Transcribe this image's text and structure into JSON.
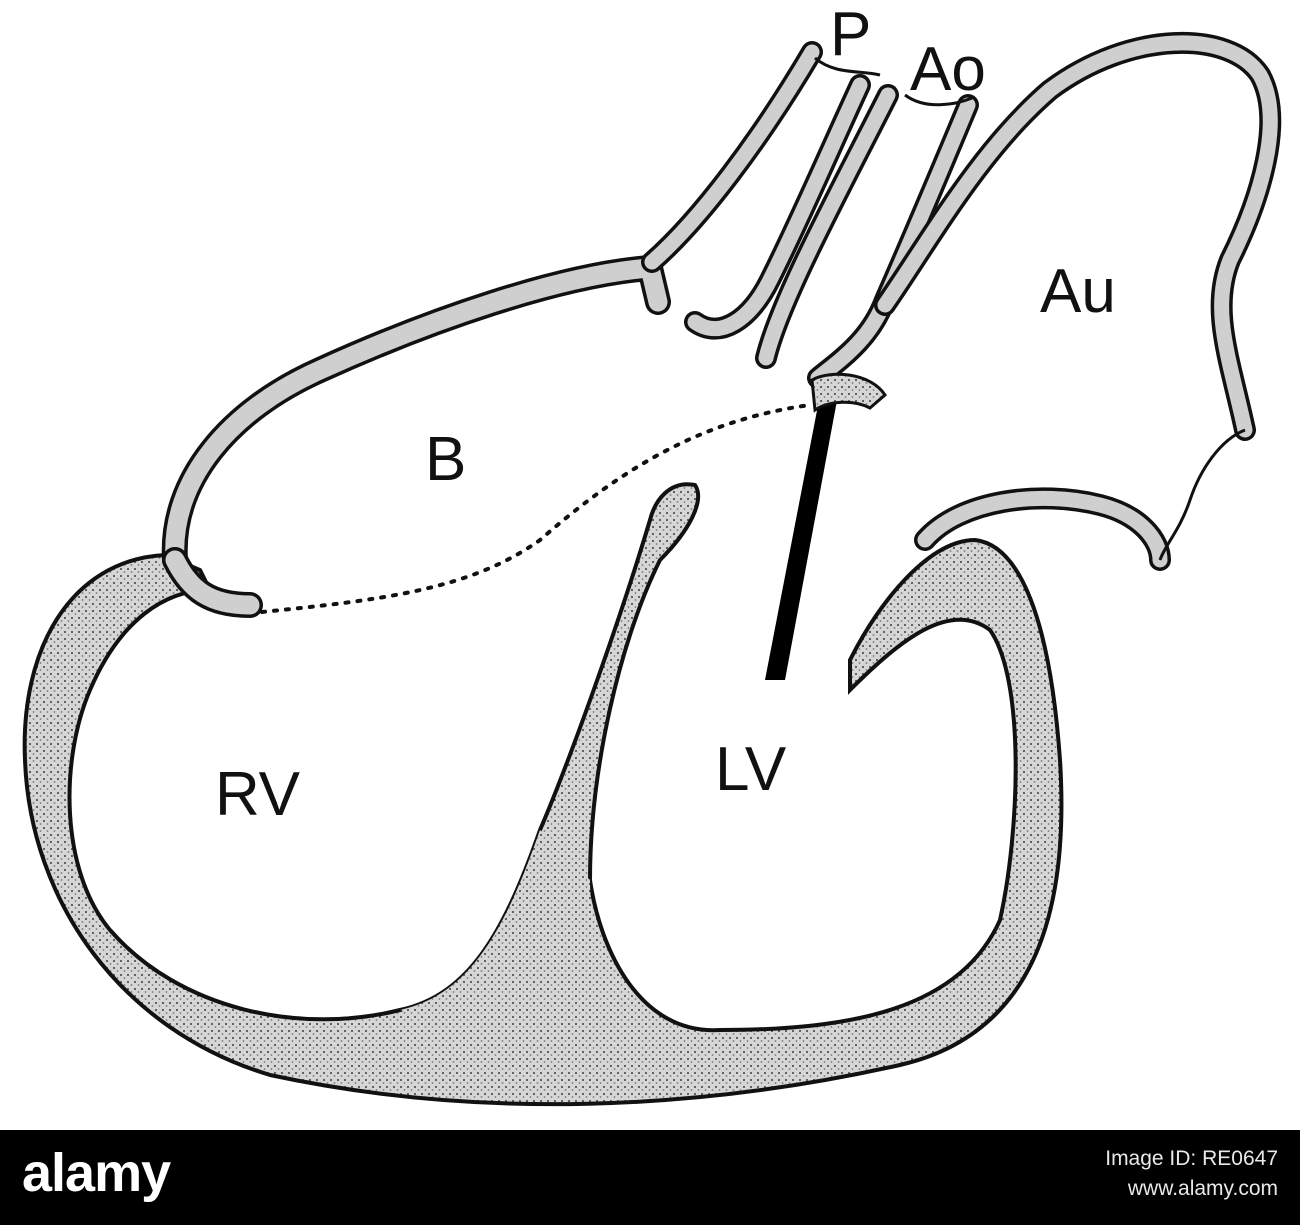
{
  "labels": {
    "pulmonary": "P",
    "aorta": "Ao",
    "auricle": "Au",
    "bulbus": "B",
    "right_ventricle": "RV",
    "left_ventricle": "LV"
  },
  "footer": {
    "brand": "alamy",
    "image_id_line": "Image ID: RE0647",
    "site": "www.alamy.com"
  },
  "colors": {
    "ink": "#111111",
    "stipple": "#cfcfcf",
    "footer_bg": "#000000",
    "footer_text": "#ffffff"
  }
}
